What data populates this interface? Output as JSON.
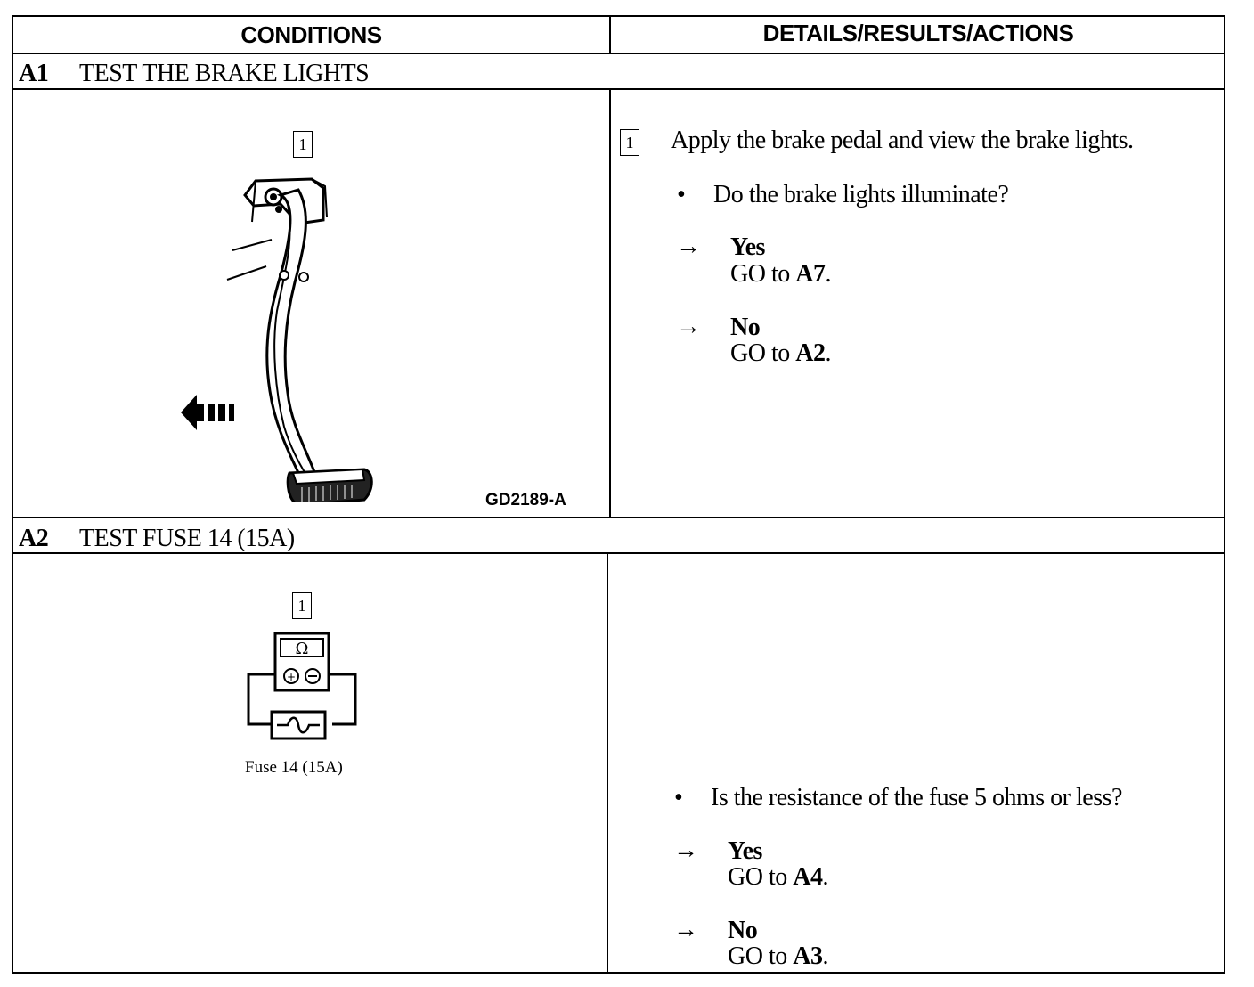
{
  "table": {
    "col_conditions": "CONDITIONS",
    "col_details": "DETAILS/RESULTS/ACTIONS"
  },
  "steps": [
    {
      "id": "A1",
      "title": "TEST THE BRAKE LIGHTS",
      "figure_marker": "1",
      "figure_id": "GD2189-A",
      "instruction_marker": "1",
      "instruction": "Apply the brake pedal and view the brake lights.",
      "bullet": "•",
      "question": "Do the brake lights illuminate?",
      "results": [
        {
          "arrow": "→",
          "answer": "Yes",
          "action_prefix": "GO to",
          "target": "A7",
          "suffix": "."
        },
        {
          "arrow": "→",
          "answer": "No",
          "action_prefix": "GO to",
          "target": "A2",
          "suffix": "."
        }
      ]
    },
    {
      "id": "A2",
      "title": "TEST FUSE 14 (15A)",
      "figure_marker": "1",
      "meter_symbol": "Ω",
      "figure_caption": "Fuse 14 (15A)",
      "bullet": "•",
      "question": "Is the resistance of the fuse 5 ohms or less?",
      "results": [
        {
          "arrow": "→",
          "answer": "Yes",
          "action_prefix": "GO to",
          "target": "A4",
          "suffix": "."
        },
        {
          "arrow": "→",
          "answer": "No",
          "action_prefix": "GO to",
          "target": "A3",
          "suffix": "."
        }
      ]
    }
  ],
  "icons": [
    "brake-pedal-illustration-icon",
    "apply-direction-arrow-icon",
    "ohmmeter-icon",
    "fuse-symbol-icon"
  ]
}
